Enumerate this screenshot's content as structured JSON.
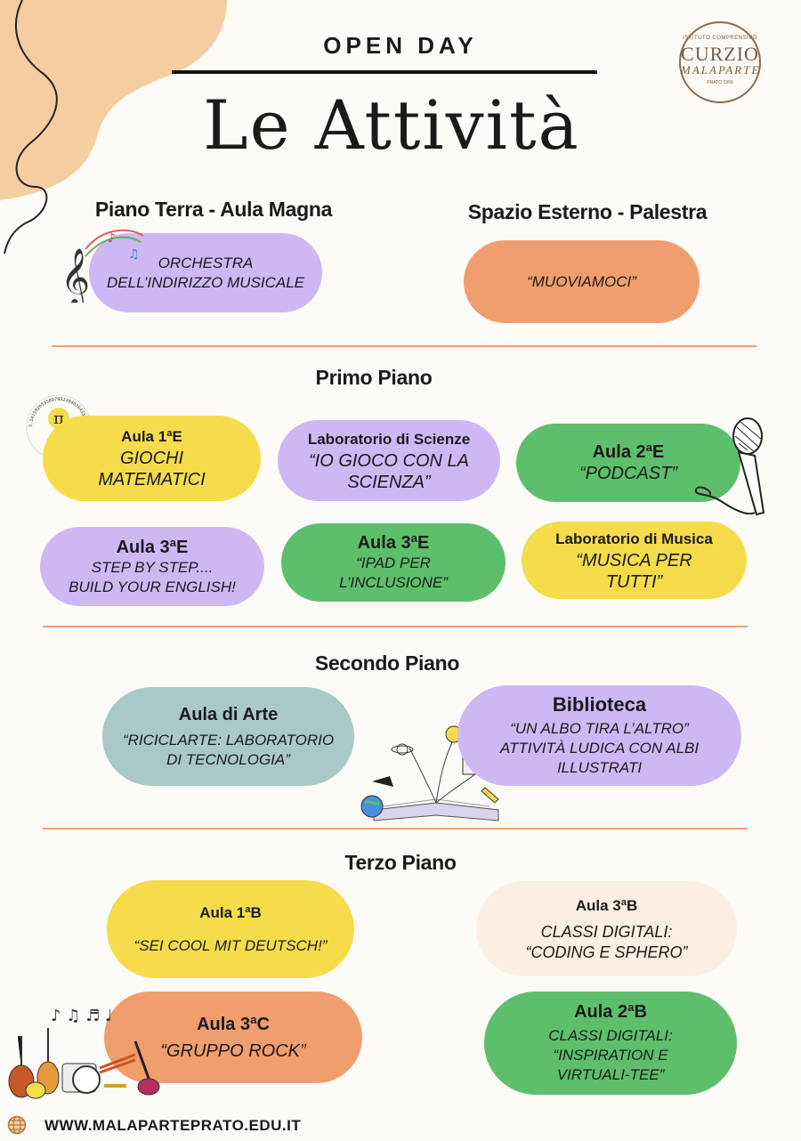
{
  "header": {
    "eyebrow": "OPEN DAY",
    "title": "Le Attività",
    "logo": {
      "line1": "ISTITUTO COMPRENSIVO",
      "line2": "CURZIO",
      "line3": "MALAPARTE",
      "line4": "PRATO 1956"
    }
  },
  "sections": {
    "ground_left": {
      "heading": "Piano Terra - Aula Magna"
    },
    "ground_right": {
      "heading": "Spazio Esterno - Palestra"
    },
    "first": {
      "heading": "Primo Piano"
    },
    "second": {
      "heading": "Secondo Piano"
    },
    "third": {
      "heading": "Terzo Piano"
    }
  },
  "activities": {
    "orchestra": {
      "line1": "ORCHESTRA",
      "line2": "DELL’INDIRIZZO MUSICALE"
    },
    "muoviamoci": {
      "line1": "“MUOVIAMOCI”"
    },
    "giochi": {
      "title": "Aula 1ªE",
      "line1": "GIOCHI",
      "line2": "MATEMATICI"
    },
    "scienze": {
      "title": "Laboratorio di Scienze",
      "line1": "“IO GIOCO CON LA",
      "line2": "SCIENZA”"
    },
    "podcast": {
      "title": "Aula 2ªE",
      "line1": "“PODCAST”"
    },
    "english": {
      "title": "Aula 3ªE",
      "line1": "STEP BY STEP....",
      "line2": "BUILD YOUR ENGLISH!"
    },
    "ipad": {
      "title": "Aula 3ªE",
      "line1": "“IPAD PER",
      "line2": "L’INCLUSIONE”"
    },
    "musica": {
      "title": "Laboratorio di Musica",
      "line1": "“MUSICA PER",
      "line2": "TUTTI”"
    },
    "arte": {
      "title": "Aula di Arte",
      "line1": "“RICICLARTE: LABORATORIO",
      "line2": "DI TECNOLOGIA”"
    },
    "biblioteca": {
      "title": "Biblioteca",
      "line1": "“UN ALBO TIRA L’ALTRO”",
      "line2": "ATTIVITÀ LUDICA CON ALBI",
      "line3": "ILLUSTRATI"
    },
    "deutsch": {
      "title": "Aula 1ªB",
      "line1": "“SEI COOL MIT DEUTSCH!”"
    },
    "coding": {
      "title": "Aula 3ªB",
      "line1": "CLASSI DIGITALI:",
      "line2": "“CODING E SPHERO”"
    },
    "rock": {
      "title": "Aula 3ªC",
      "line1": "“GRUPPO ROCK”"
    },
    "virtuali": {
      "title": "Aula 2ªB",
      "line1": "CLASSI DIGITALI:",
      "line2": "“INSPIRATION E",
      "line3": "VIRTUALI-TEE”"
    }
  },
  "decor": {
    "pi_symbol": "π",
    "pi_digits": "3.14159265358979323846264338327950288419716939937510",
    "music_notes": "♪ ♫ ♬ ♩"
  },
  "footer": {
    "url": "WWW.MALAPARTEPRATO.EDU.IT",
    "icon": "globe-icon"
  },
  "colors": {
    "purple": "#cdb8f4",
    "orange": "#f09e6d",
    "yellow": "#f6dc4a",
    "green": "#5dbf6c",
    "teal": "#a9c9c8",
    "cream": "#fbeee3",
    "divider": "#f0a070"
  }
}
